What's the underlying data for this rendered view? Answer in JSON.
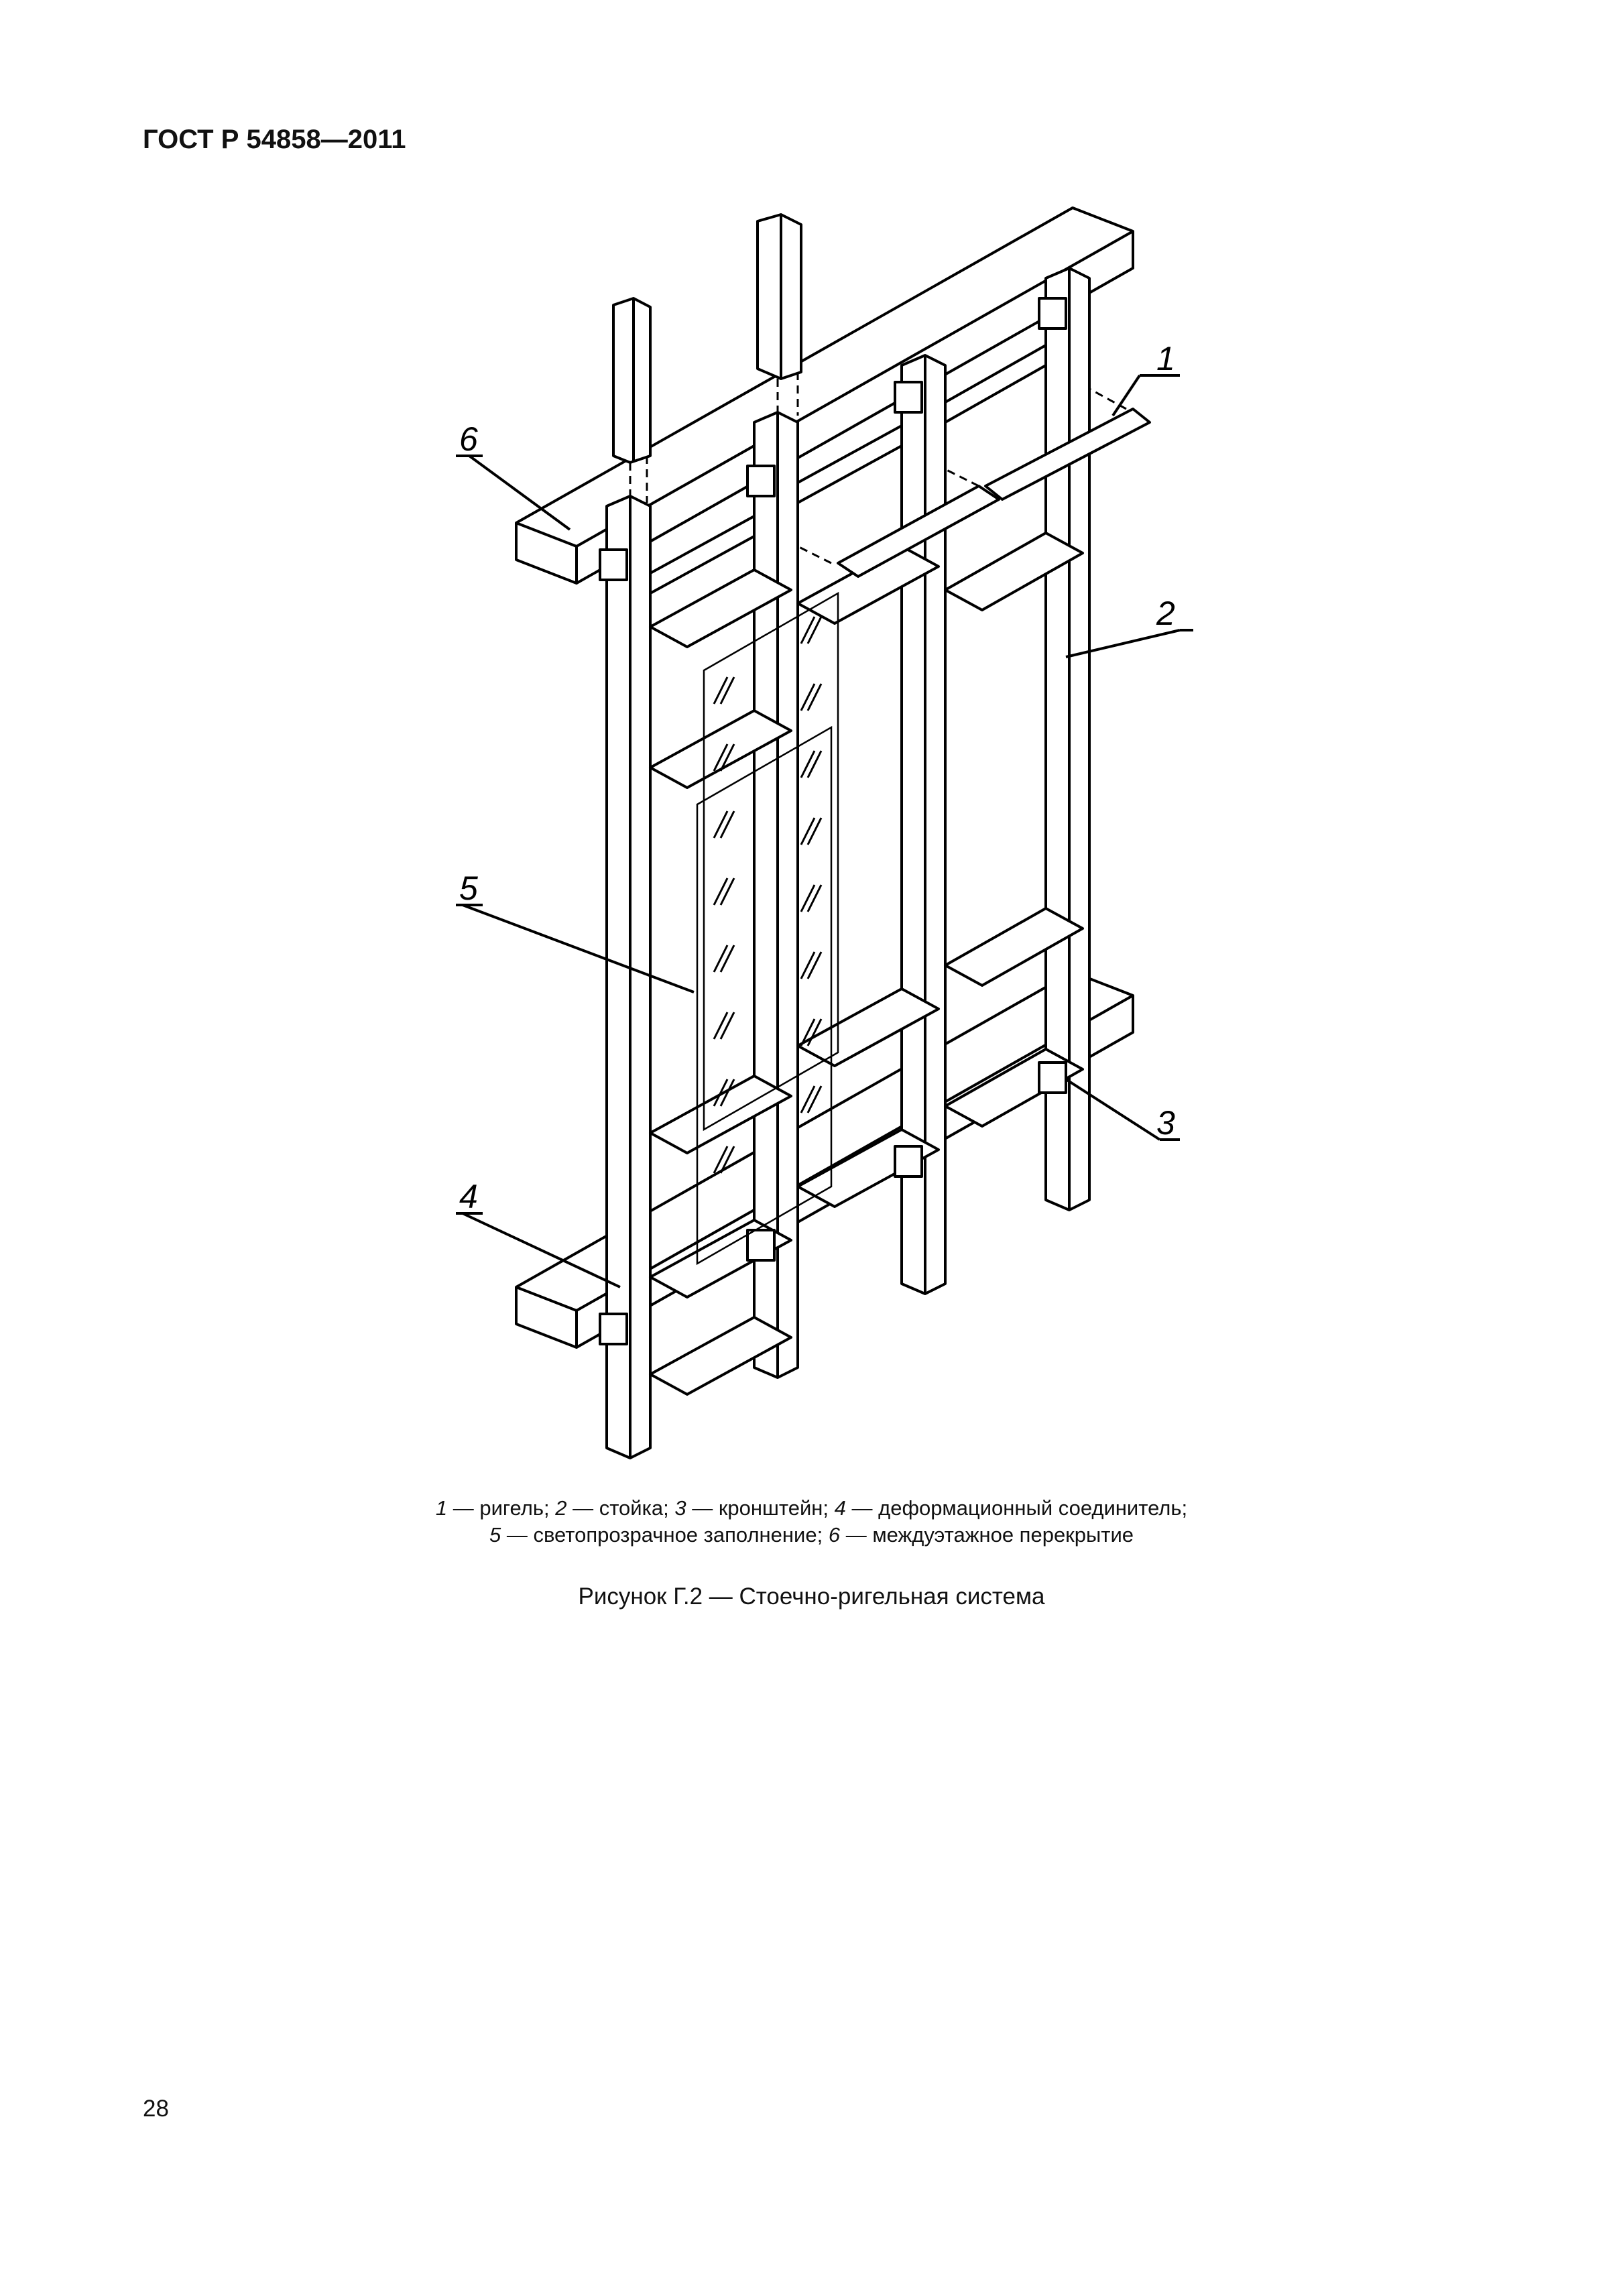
{
  "header": {
    "standard": "ГОСТ Р 54858—2011"
  },
  "figure": {
    "callouts": [
      "1",
      "2",
      "3",
      "4",
      "5",
      "6"
    ]
  },
  "legend": {
    "items": [
      {
        "num": "1",
        "text": "— ригель;"
      },
      {
        "num": "2",
        "text": "— стойка;"
      },
      {
        "num": "3",
        "text": "— кронштейн;"
      },
      {
        "num": "4",
        "text": "— деформационный соединитель;"
      },
      {
        "num": "5",
        "text": "— светопрозрачное заполнение;"
      },
      {
        "num": "6",
        "text": "— междуэтажное перекрытие"
      }
    ]
  },
  "caption": "Рисунок Г.2 — Стоечно-ригельная система",
  "page_number": "28"
}
